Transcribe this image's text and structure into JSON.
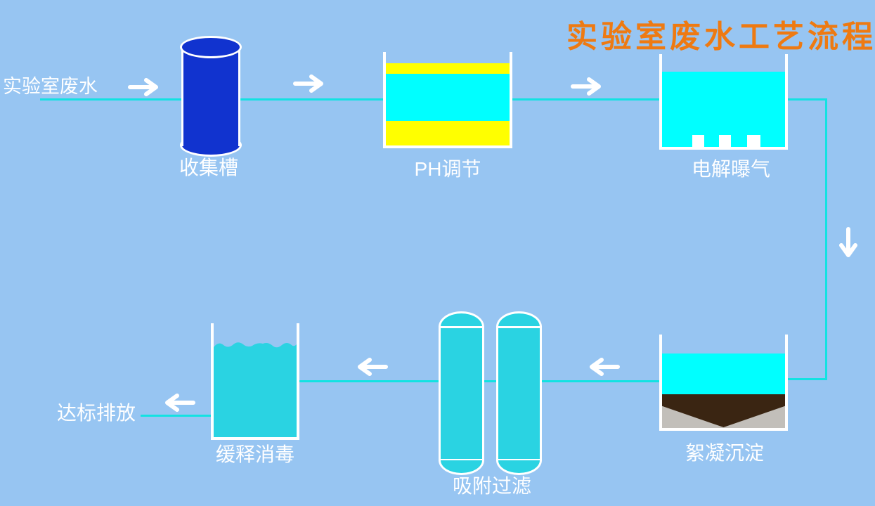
{
  "title": {
    "text": "实验室废水工艺流程",
    "color": "#EE7A12"
  },
  "labels": {
    "influent": "实验室废水",
    "collection_tank": "收集槽",
    "ph_adjust": "PH调节",
    "electrolysis_aeration": "电解曝气",
    "flocculation_sedimentation": "絮凝沉淀",
    "adsorption_filtration": "吸附过滤",
    "slow_release_disinfection": "缓释消毒",
    "discharge": "达标排放"
  },
  "colors": {
    "background": "#97C5F2",
    "pipe_cyan": "#12E2E2",
    "vessel_outline": "#FFFFFF",
    "cylinder_blue": "#1133CF",
    "water_cyan": "#00FFFF",
    "chemical_yellow": "#FFFF00",
    "water_turquoise": "#2AD3E2",
    "sludge_brown": "#3A2512",
    "hopper_gray": "#C2BFBA",
    "label_text": "#FFFFFF"
  },
  "flow": {
    "steps": [
      "实验室废水",
      "收集槽",
      "PH调节",
      "电解曝气",
      "絮凝沉淀",
      "吸附过滤",
      "缓释消毒",
      "达标排放"
    ],
    "arrows": [
      {
        "name": "influent-to-collection",
        "direction": "right"
      },
      {
        "name": "collection-to-ph",
        "direction": "right"
      },
      {
        "name": "ph-to-electrolysis",
        "direction": "right"
      },
      {
        "name": "electrolysis-to-flocculation",
        "direction": "down"
      },
      {
        "name": "flocculation-to-adsorption",
        "direction": "left"
      },
      {
        "name": "adsorption-to-disinfection",
        "direction": "left"
      },
      {
        "name": "disinfection-to-discharge",
        "direction": "left"
      }
    ]
  }
}
